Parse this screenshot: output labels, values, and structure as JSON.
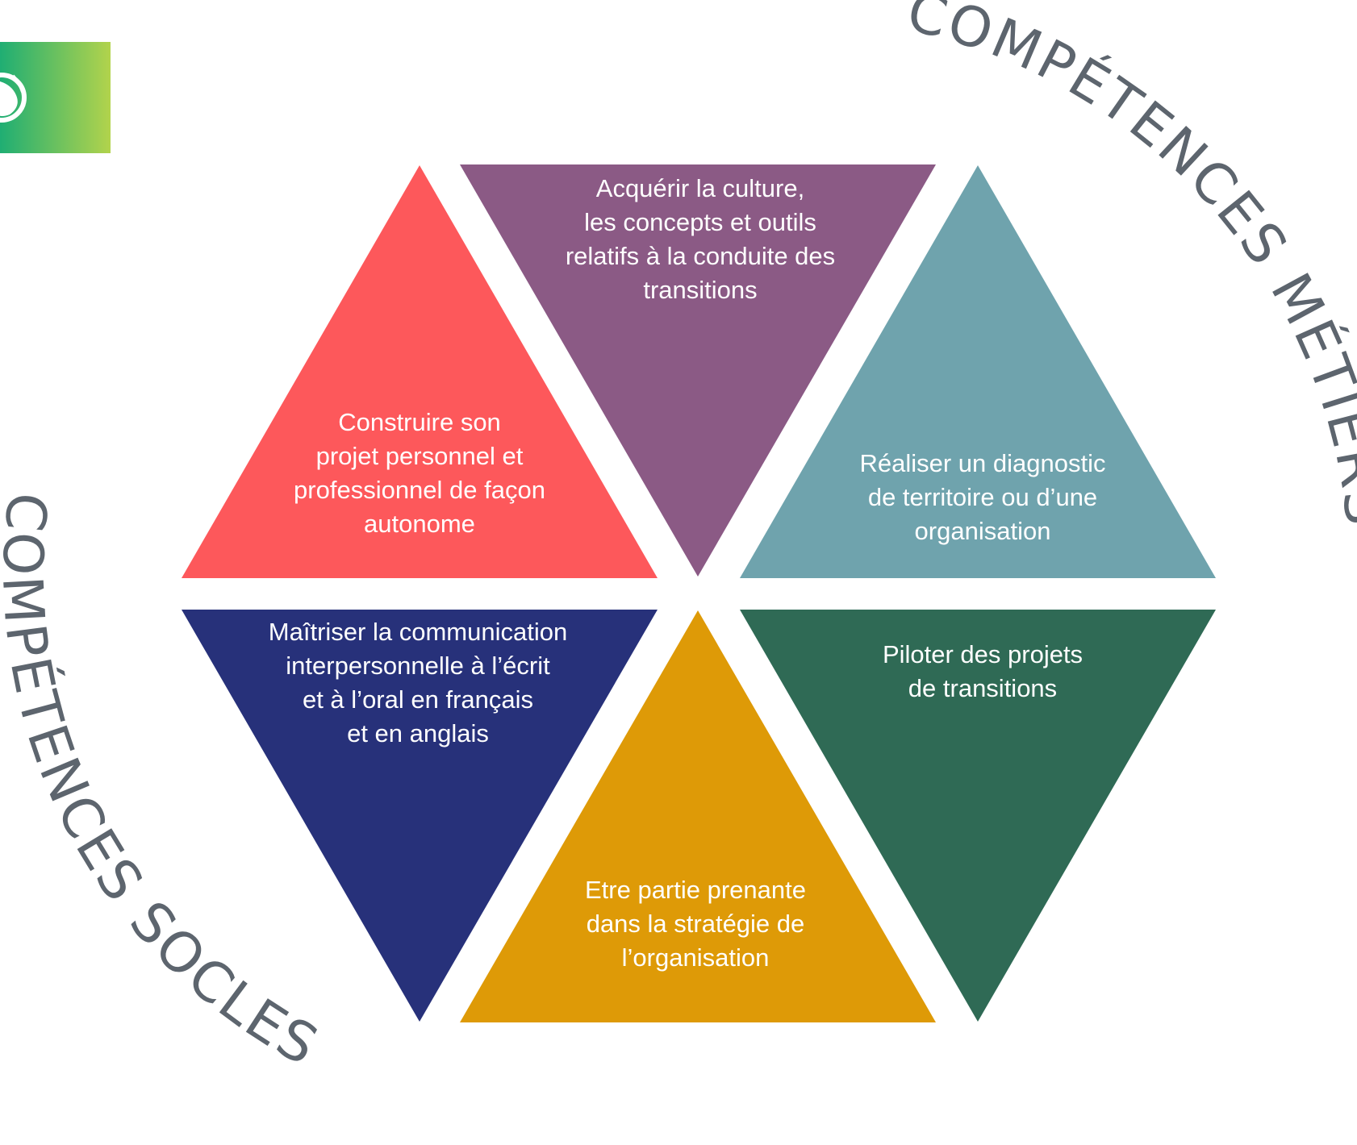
{
  "colors": {
    "logo_gradient_start": "#1fae73",
    "logo_gradient_end": "#b2d34c",
    "arc_text": "#5d656e"
  },
  "logo": {
    "icon": "globe-icon"
  },
  "arc_labels": {
    "top_right": "COMPÉTENCES MÉTIERS",
    "bottom_left": "COMPÉTENCES SOCLES"
  },
  "segments": [
    {
      "id": "culture",
      "color": "#8b5a85",
      "lines": [
        "Acquérir la culture,",
        "les concepts et outils",
        "relatifs à la conduite des",
        "transitions"
      ]
    },
    {
      "id": "diagnostic",
      "color": "#6fa3ad",
      "lines": [
        "Réaliser un diagnostic",
        "de territoire ou d’une",
        "organisation"
      ]
    },
    {
      "id": "piloter",
      "color": "#2f6a55",
      "lines": [
        "Piloter des projets",
        "de transitions"
      ]
    },
    {
      "id": "strategie",
      "color": "#de9a07",
      "lines": [
        "Etre partie prenante",
        "dans la stratégie de",
        "l’organisation"
      ]
    },
    {
      "id": "communication",
      "color": "#27317a",
      "lines": [
        "Maîtriser la communication",
        "interpersonnelle à l’écrit",
        "et à l’oral en français",
        "et en anglais"
      ]
    },
    {
      "id": "projet",
      "color": "#fd585b",
      "lines": [
        "Construire son",
        "projet personnel et",
        "professionnel de façon",
        "autonome"
      ]
    }
  ]
}
